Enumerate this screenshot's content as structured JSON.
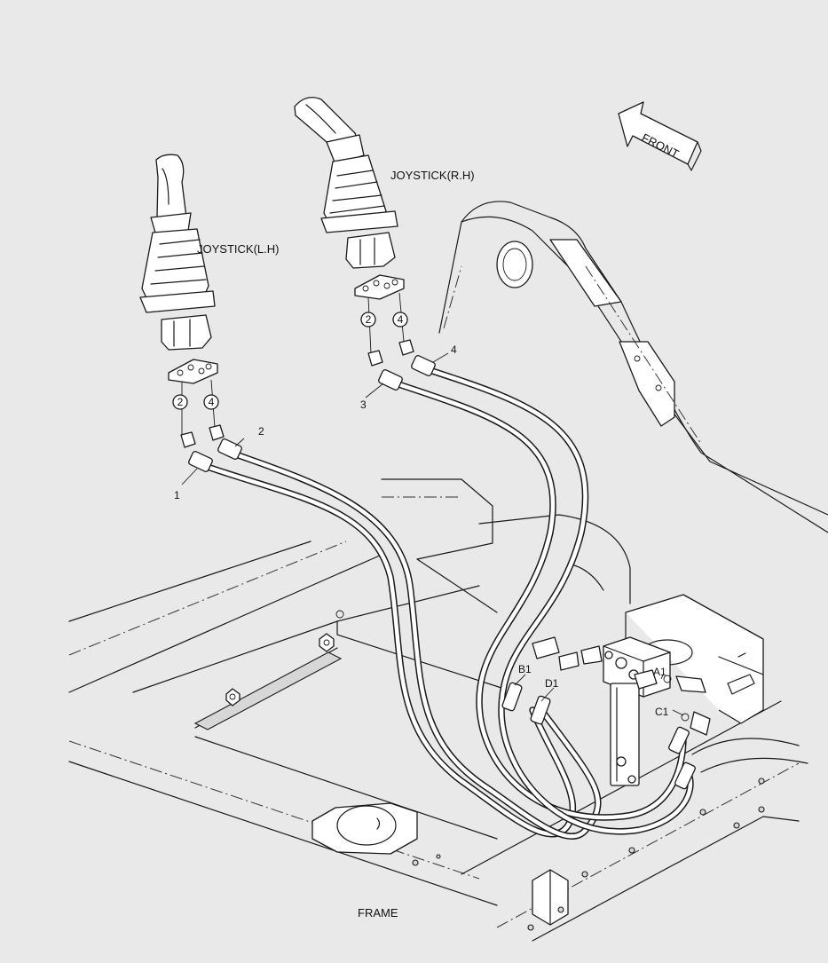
{
  "labels": {
    "front": "FRONT",
    "joystick_rh": "JOYSTICK(R.H)",
    "joystick_lh": "JOYSTICK(L.H)",
    "frame": "FRAME"
  },
  "part_numbers": {
    "p1": "1",
    "p2": "2",
    "p3": "3",
    "p4": "4"
  },
  "port_callouts": {
    "lh_port_a": "2",
    "lh_port_b": "4",
    "rh_port_a": "2",
    "rh_port_b": "4"
  },
  "valve_ports": {
    "a1": "A1",
    "b1": "B1",
    "c1": "C1",
    "d1": "D1"
  }
}
